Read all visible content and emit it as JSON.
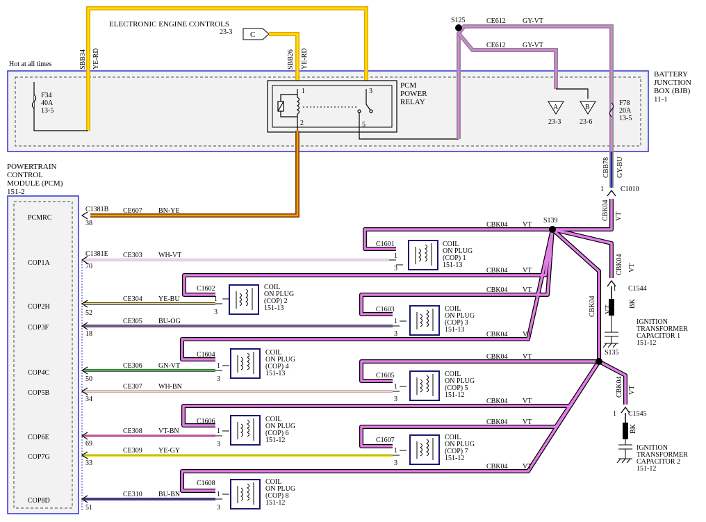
{
  "title": "ELECTRONIC ENGINE CONTROLS",
  "title_ref": "23-3",
  "conn_c": "C",
  "hot": "Hot at all times",
  "bjb": {
    "l1": "BATTERY",
    "l2": "JUNCTION",
    "l3": "BOX (BJB)",
    "ref": "11-1"
  },
  "f34": {
    "name": "F34",
    "amp": "40A",
    "ref": "13-5"
  },
  "f78": {
    "name": "F78",
    "amp": "20A",
    "ref": "13-5"
  },
  "relay": {
    "l1": "PCM",
    "l2": "POWER",
    "l3": "RELAY",
    "p1": "1",
    "p2": "2",
    "p3": "3",
    "p5": "5"
  },
  "sbb34": {
    "code": "SBB34",
    "color": "YE-RD"
  },
  "sbb26": {
    "code": "SBB26",
    "color": "YE-RD"
  },
  "s125": "S125",
  "ce612a": {
    "code": "CE612",
    "color": "GY-VT"
  },
  "ce612b": {
    "code": "CE612",
    "color": "GY-VT"
  },
  "tri_a": {
    "letter": "A",
    "ref": "23-3"
  },
  "tri_b": {
    "letter": "B",
    "ref": "23-6"
  },
  "cbb78": {
    "code": "CBB78",
    "color": "GY-BU"
  },
  "c1010": {
    "pin": "1",
    "name": "C1010"
  },
  "pcm": {
    "l1": "POWERTRAIN",
    "l2": "CONTROL",
    "l3": "MODULE (PCM)",
    "ref": "151-2"
  },
  "pins": [
    {
      "name": "PCMRC",
      "conn": "C1381B",
      "num": "38",
      "circ": "CE607",
      "color": "BN-YE"
    },
    {
      "name": "COP1A",
      "conn": "C1381E",
      "num": "70",
      "circ": "CE303",
      "color": "WH-VT"
    },
    {
      "name": "COP2H",
      "num": "52",
      "circ": "CE304",
      "color": "YE-BU"
    },
    {
      "name": "COP3F",
      "num": "18",
      "circ": "CE305",
      "color": "BU-OG"
    },
    {
      "name": "COP4C",
      "num": "50",
      "circ": "CE306",
      "color": "GN-VT"
    },
    {
      "name": "COP5B",
      "num": "34",
      "circ": "CE307",
      "color": "WH-BN"
    },
    {
      "name": "COP6E",
      "num": "69",
      "circ": "CE308",
      "color": "VT-BN"
    },
    {
      "name": "COP7G",
      "num": "33",
      "circ": "CE309",
      "color": "YE-GY"
    },
    {
      "name": "COP8D",
      "num": "51",
      "circ": "CE310",
      "color": "BU-BN"
    }
  ],
  "coils": [
    {
      "conn": "C1601",
      "l1": "COIL",
      "l2": "ON PLUG",
      "l3": "(COP) 1",
      "ref": "151-13",
      "p1": "1",
      "p3": "3"
    },
    {
      "conn": "C1602",
      "l1": "COIL",
      "l2": "ON PLUG",
      "l3": "(COP) 2",
      "ref": "151-13",
      "p1": "1",
      "p3": "3"
    },
    {
      "conn": "C1603",
      "l1": "COIL",
      "l2": "ON PLUG",
      "l3": "(COP) 3",
      "ref": "151-13",
      "p1": "1",
      "p3": "3"
    },
    {
      "conn": "C1604",
      "l1": "COIL",
      "l2": "ON PLUG",
      "l3": "(COP) 4",
      "ref": "151-13",
      "p1": "1",
      "p3": "3"
    },
    {
      "conn": "C1605",
      "l1": "COIL",
      "l2": "ON PLUG",
      "l3": "(COP) 5",
      "ref": "151-12",
      "p1": "1",
      "p3": "3"
    },
    {
      "conn": "C1606",
      "l1": "COIL",
      "l2": "ON PLUG",
      "l3": "(COP) 6",
      "ref": "151-12",
      "p1": "1",
      "p3": "3"
    },
    {
      "conn": "C1607",
      "l1": "COIL",
      "l2": "ON PLUG",
      "l3": "(COP) 7",
      "ref": "151-12",
      "p1": "1",
      "p3": "3"
    },
    {
      "conn": "C1608",
      "l1": "COIL",
      "l2": "ON PLUG",
      "l3": "(COP) 8",
      "ref": "151-12",
      "p1": "1",
      "p3": "3"
    }
  ],
  "cbk04": {
    "code": "CBK04",
    "color": "VT"
  },
  "s139": "S139",
  "s135": "S135",
  "bk": "BK",
  "cap1": {
    "conn": "C1544",
    "pin": "1",
    "l1": "IGNITION",
    "l2": "TRANSFORMER",
    "l3": "CAPACITOR 1",
    "ref": "151-12"
  },
  "cap2": {
    "conn": "C1545",
    "pin": "1",
    "l1": "IGNITION",
    "l2": "TRANSFORMER",
    "l3": "CAPACITOR 2",
    "ref": "151-12"
  },
  "colors": {
    "violet": "#e27ee6",
    "yellow": "#f2e30a",
    "orange": "#f0a000",
    "red": "#cc2020",
    "brown": "#8b4513",
    "gray": "#8c8c8c",
    "blue": "#2a2ab0",
    "green": "#1e8b1e",
    "frame": "#3030d0"
  }
}
